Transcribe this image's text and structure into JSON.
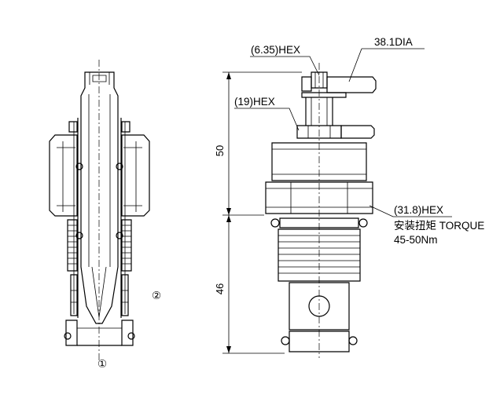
{
  "labels": {
    "hex_small": "(6.35)HEX",
    "dia": "38.1DIA",
    "hex_mid": "(19)HEX",
    "hex_large": "(31.8)HEX",
    "torque_line": "安装扭矩 TORQUE",
    "torque_value": "45-50Nm",
    "port_1": "①",
    "port_2": "②"
  },
  "dimensions": {
    "upper": "50",
    "lower": "46"
  }
}
